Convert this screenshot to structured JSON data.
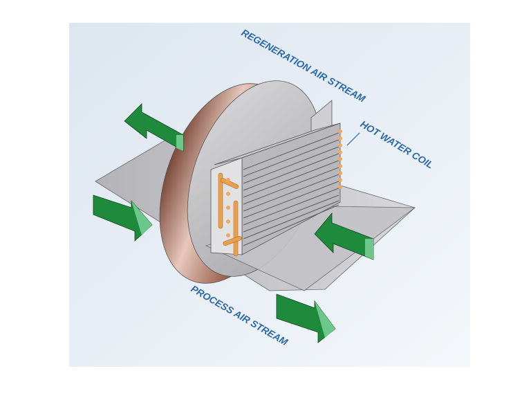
{
  "diagram": {
    "labels": {
      "regeneration": "REGENERATION AIR STREAM",
      "coil": "HOT WATER COIL",
      "process": "PROCESS AIR STREAM"
    },
    "colors": {
      "arrow": "#1f8a3c",
      "arrow_tip": "#6cc88a",
      "wheel_rim": "#a7705c",
      "coil_pipe": "#e8a050",
      "label": "#2a6aa8",
      "panel": "#e4ebf3"
    }
  }
}
